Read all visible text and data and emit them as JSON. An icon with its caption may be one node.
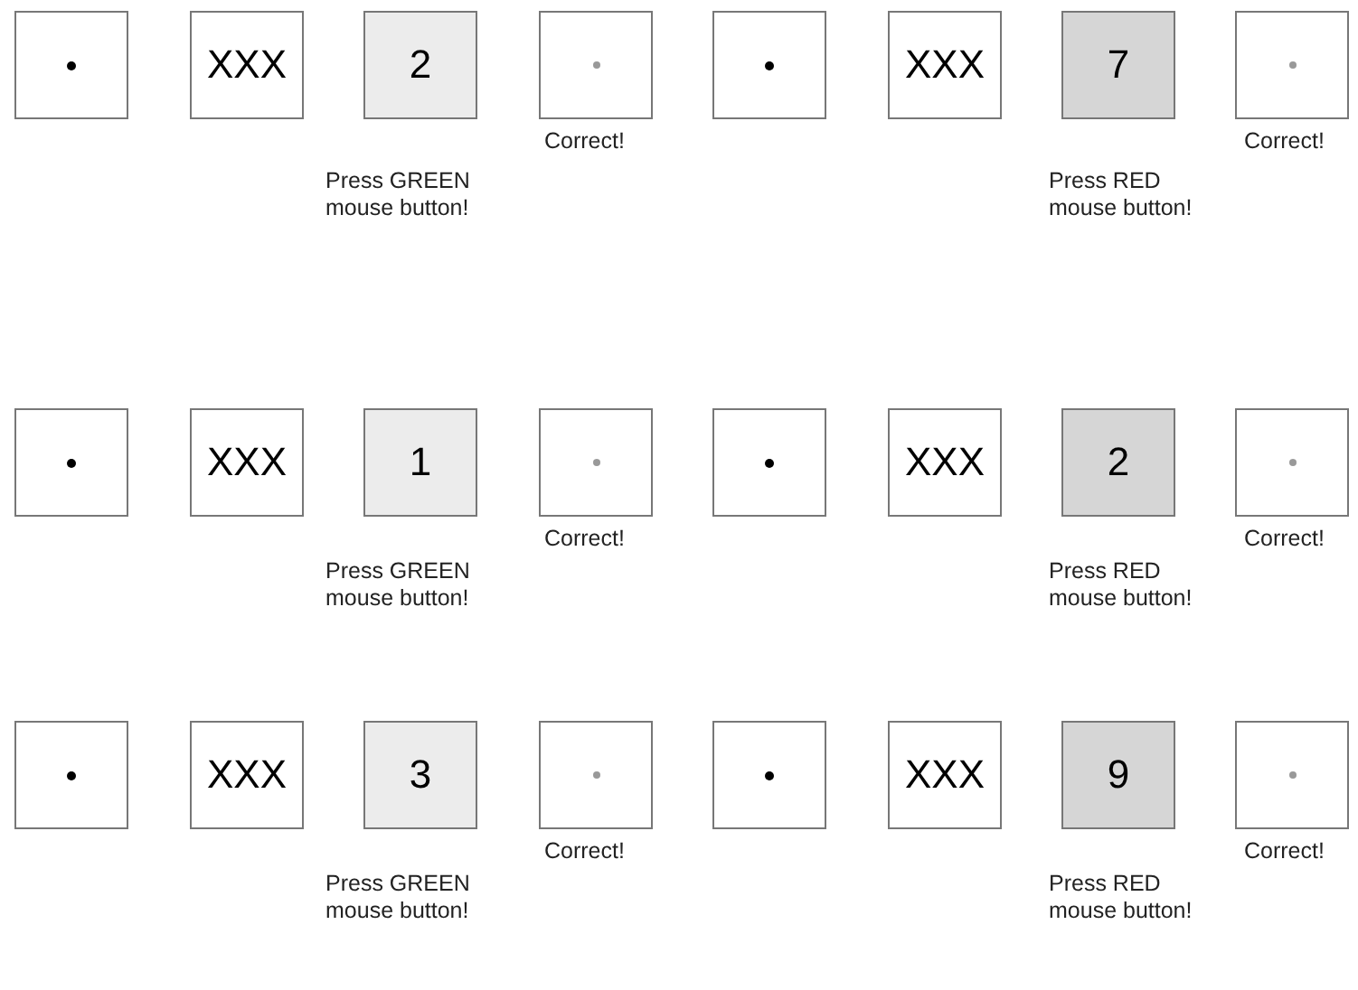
{
  "diagram": {
    "nodes": [
      {
        "text": [],
        "shape": "box"
      },
      {
        "text": [
          "XXX"
        ]
      },
      {
        "text": [
          "2"
        ],
        "beside": [
          "Press GREEN mouse button!"
        ]
      },
      {
        "text": [],
        "shape": "box",
        "beside": [
          "Correct!"
        ]
      },
      {
        "text": [],
        "shape": "box"
      },
      {
        "text": [
          "XXX"
        ]
      },
      {
        "text": [
          "7"
        ],
        "beside": [
          "Press RED mouse button!"
        ]
      },
      {
        "text": [],
        "shape": "box",
        "beside": [
          "Correct!"
        ]
      },
      {
        "text": [],
        "shape": "box"
      },
      {
        "text": [
          "XXX"
        ]
      },
      {
        "text": [
          "1"
        ],
        "beside": [
          "Press GREEN mouse button!"
        ]
      },
      {
        "text": [],
        "shape": "box",
        "beside": [
          "Correct!"
        ]
      },
      {
        "text": [],
        "shape": "box"
      },
      {
        "text": [
          "XXX"
        ]
      },
      {
        "text": [
          "2"
        ],
        "beside": [
          "Press RED mouse button!"
        ]
      },
      {
        "text": [],
        "shape": "box",
        "beside": [
          "Correct!"
        ]
      },
      {
        "text": [],
        "shape": "box"
      },
      {
        "text": [
          "XXX"
        ]
      },
      {
        "text": [
          "3"
        ],
        "beside": [
          "Press GREEN mouse button!"
        ]
      },
      {
        "text": [],
        "shape": "box",
        "beside": [
          "Correct!"
        ]
      },
      {
        "text": [],
        "shape": "box"
      },
      {
        "text": [
          "XXX"
        ]
      },
      {
        "text": [
          "9"
        ],
        "beside": [
          "Press RED mouse button!"
        ]
      },
      {
        "text": [],
        "shape": "box",
        "beside": [
          "Correct!"
        ]
      }
    ]
  }
}
